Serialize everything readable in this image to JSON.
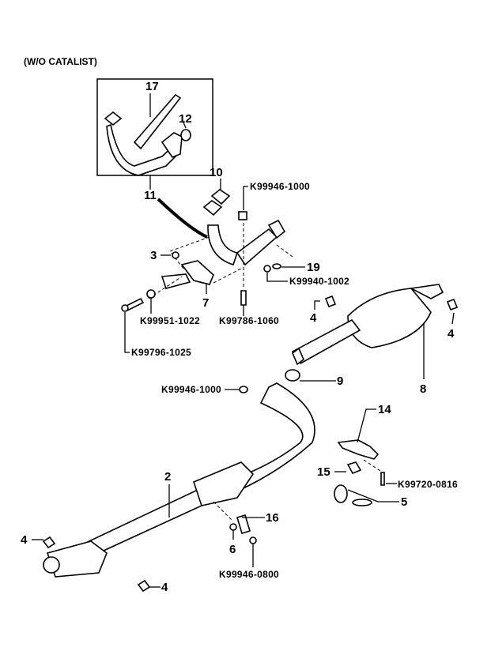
{
  "diagram": {
    "variant_note": "(W/O CATALIST)",
    "callouts": {
      "c17": "17",
      "c12": "12",
      "c11": "11",
      "c10": "10",
      "c3": "3",
      "c19": "19",
      "c7": "7",
      "c4a": "4",
      "c4b": "4",
      "c8": "8",
      "c9": "9",
      "c14": "14",
      "c15": "15",
      "c5": "5",
      "c2": "2",
      "c16": "16",
      "c6": "6",
      "c4c": "4",
      "c4d": "4"
    },
    "part_numbers": {
      "p1": "K99946-1000",
      "p2": "K99940-1002",
      "p3": "K99951-1022",
      "p4": "K99786-1060",
      "p5": "K99796-1025",
      "p6": "K99946-1000",
      "p7": "K99720-0816",
      "p8": "K99946-0800"
    }
  }
}
